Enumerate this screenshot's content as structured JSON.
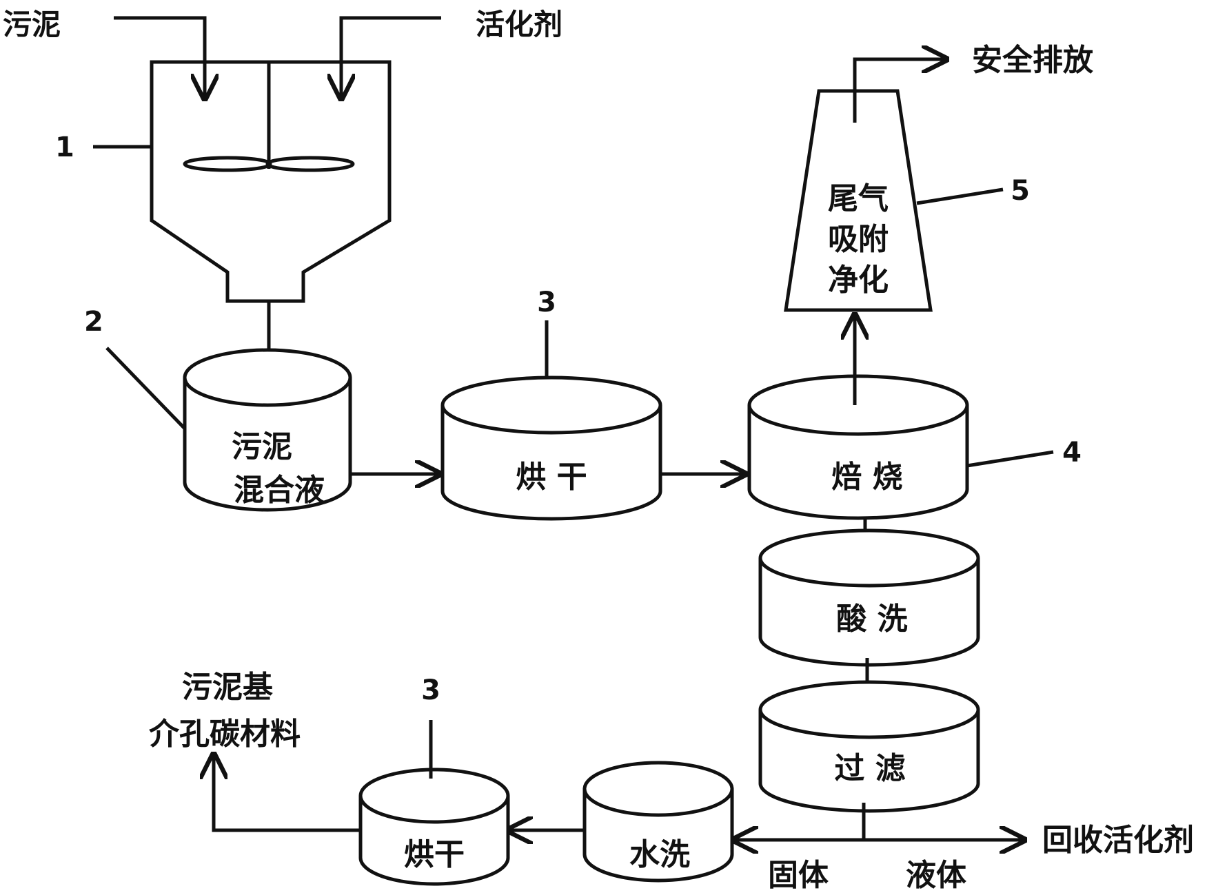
{
  "inputs": {
    "sludge": "污泥",
    "activator": "活化剂"
  },
  "equipment_numbers": {
    "mixer": "1",
    "mix_tank": "2",
    "dryer_1": "3",
    "roaster": "4",
    "adsorber": "5",
    "dryer_2": "3"
  },
  "units": {
    "mix_tank": [
      "污泥",
      "混合液"
    ],
    "dryer_1": "烘 干",
    "roaster": "焙 烧",
    "acid_wash": "酸 洗",
    "filter": "过 滤",
    "water_wash": "水洗",
    "dryer_2": "烘干",
    "adsorber": [
      "尾气",
      "吸附",
      "净化"
    ]
  },
  "outputs": {
    "safe_discharge": "安全排放",
    "recovered_activator": "回收活化剂",
    "product": [
      "污泥基",
      "介孔碳材料"
    ]
  },
  "split_labels": {
    "solid": "固体",
    "liquid": "液体"
  }
}
